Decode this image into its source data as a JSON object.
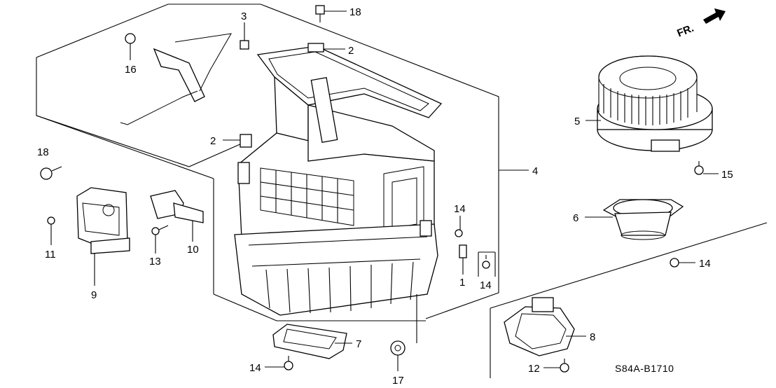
{
  "diagram": {
    "orientation_label": "FR.",
    "code": "S84A-B1710",
    "callouts": [
      {
        "id": "c18a",
        "text": "18"
      },
      {
        "id": "c3",
        "text": "3"
      },
      {
        "id": "c2a",
        "text": "2"
      },
      {
        "id": "c16",
        "text": "16"
      },
      {
        "id": "c2b",
        "text": "2"
      },
      {
        "id": "c18b",
        "text": "18"
      },
      {
        "id": "c5",
        "text": "5"
      },
      {
        "id": "c4",
        "text": "4"
      },
      {
        "id": "c15",
        "text": "15"
      },
      {
        "id": "c6",
        "text": "6"
      },
      {
        "id": "c14a",
        "text": "14"
      },
      {
        "id": "c14b",
        "text": "14"
      },
      {
        "id": "c1",
        "text": "1"
      },
      {
        "id": "c14c",
        "text": "14"
      },
      {
        "id": "c11",
        "text": "11"
      },
      {
        "id": "c13",
        "text": "13"
      },
      {
        "id": "c10",
        "text": "10"
      },
      {
        "id": "c9",
        "text": "9"
      },
      {
        "id": "c7",
        "text": "7"
      },
      {
        "id": "c8",
        "text": "8"
      },
      {
        "id": "c14d",
        "text": "14"
      },
      {
        "id": "c17",
        "text": "17"
      },
      {
        "id": "c12",
        "text": "12"
      }
    ]
  }
}
